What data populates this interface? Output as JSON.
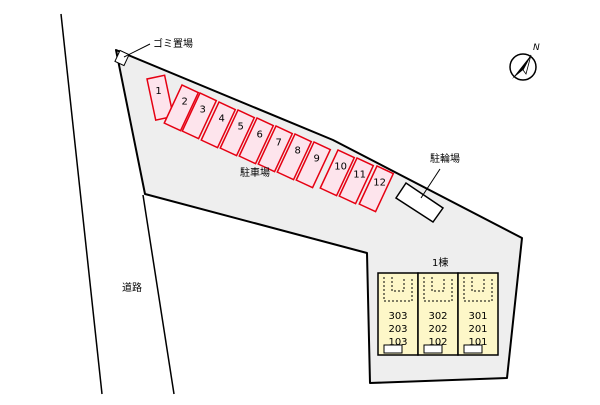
{
  "labels": {
    "garbage": "ゴミ置場",
    "parking": "駐車場",
    "bicycle": "駐輪場",
    "road": "道路",
    "building": "1棟",
    "north": "N"
  },
  "parking_spaces": [
    "1",
    "2",
    "3",
    "4",
    "5",
    "6",
    "7",
    "8",
    "9",
    "10",
    "11",
    "12"
  ],
  "units": [
    {
      "rooms": [
        "303",
        "203",
        "103"
      ]
    },
    {
      "rooms": [
        "302",
        "202",
        "102"
      ]
    },
    {
      "rooms": [
        "301",
        "201",
        "101"
      ]
    }
  ],
  "colors": {
    "lot_fill": "#eeeeee",
    "space_stroke": "#e60012",
    "space_fill": "#fde4ec",
    "unit_fill": "#fdf7c8"
  }
}
